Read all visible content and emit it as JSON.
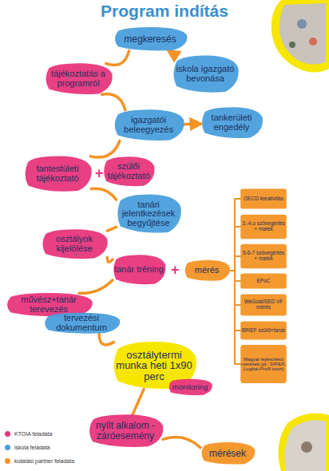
{
  "diagram": {
    "title": "Program indítás",
    "nodes": [
      {
        "text": [
          "megkeresés"
        ]
      },
      {
        "text": [
          "tájékoztatás a programról"
        ]
      },
      {
        "text": [
          "iskola igazgató bevonása"
        ]
      },
      {
        "text": [
          "igazgatói beleegyezés"
        ]
      },
      {
        "text": [
          "tankerületi engedély"
        ]
      },
      {
        "text": [
          "tantestületi tájékoztató"
        ]
      },
      {
        "text": [
          "szülői tájékoztató"
        ]
      },
      {
        "text": [
          "tanári jelentkezések begyűjtése"
        ]
      },
      {
        "text": [
          "osztályok kijelölése"
        ]
      },
      {
        "text": [
          "tanár tréning"
        ]
      },
      {
        "text": [
          "mérés"
        ]
      },
      {
        "text": [
          "OECD kreativitás"
        ]
      },
      {
        "text": [
          "3.-4.o szövegértés + matek"
        ]
      },
      {
        "text": [
          "5-6-7 szövegértés + matek"
        ]
      },
      {
        "text": [
          "EPoC"
        ]
      },
      {
        "text": [
          "WeGoal/SED VF mérés"
        ]
      },
      {
        "text": [
          "BRIEF szülő+tanár"
        ]
      },
      {
        "text": [
          "Magyar fejlesztésű mérések (pl.: DIFER, Logikai-Profil teszt)"
        ]
      },
      {
        "text": [
          "művész+tanár terevezés"
        ]
      },
      {
        "text": [
          "tervezési dokumentum"
        ]
      },
      {
        "text": [
          "osztálytermi munka heti 1x90 perc"
        ]
      },
      {
        "text": [
          "monitoring"
        ]
      },
      {
        "text": [
          "nyílt alkalom - záróesemény"
        ]
      },
      {
        "text": [
          "mérések"
        ]
      }
    ],
    "edges": [
      {
        "from": 0,
        "to": 1,
        "arrow": "none"
      },
      {
        "from": 2,
        "to": 0,
        "arrow": "to"
      },
      {
        "from": 1,
        "to": 3,
        "arrow": "none"
      },
      {
        "from": 3,
        "to": 4,
        "arrow": "to"
      },
      {
        "from": 3,
        "to": 5,
        "arrow": "none"
      },
      {
        "from": 5,
        "to": 7,
        "arrow": "none"
      },
      {
        "from": 7,
        "to": 8,
        "arrow": "none"
      },
      {
        "from": 8,
        "to": 9,
        "arrow": "none"
      },
      {
        "from": 9,
        "to": 18,
        "arrow": "none"
      },
      {
        "from": 10,
        "to": 11,
        "arrow": "none"
      },
      {
        "from": 10,
        "to": 12,
        "arrow": "none"
      },
      {
        "from": 10,
        "to": 13,
        "arrow": "none"
      },
      {
        "from": 10,
        "to": 14,
        "arrow": "none"
      },
      {
        "from": 10,
        "to": 15,
        "arrow": "none"
      },
      {
        "from": 10,
        "to": 16,
        "arrow": "none"
      },
      {
        "from": 10,
        "to": 17,
        "arrow": "none"
      },
      {
        "from": 19,
        "to": 20,
        "arrow": "none"
      },
      {
        "from": 20,
        "to": 22,
        "arrow": "none"
      },
      {
        "from": 22,
        "to": 23,
        "arrow": "none"
      }
    ],
    "labels": [
      "+",
      "+"
    ],
    "legend": [
      {
        "text": "KTOIA feladata",
        "color": "#e8357c"
      },
      {
        "text": "iskola feladata",
        "color": "#4a9fdc"
      },
      {
        "text": "kutatási partner feladata",
        "color": "#f39325"
      }
    ]
  }
}
